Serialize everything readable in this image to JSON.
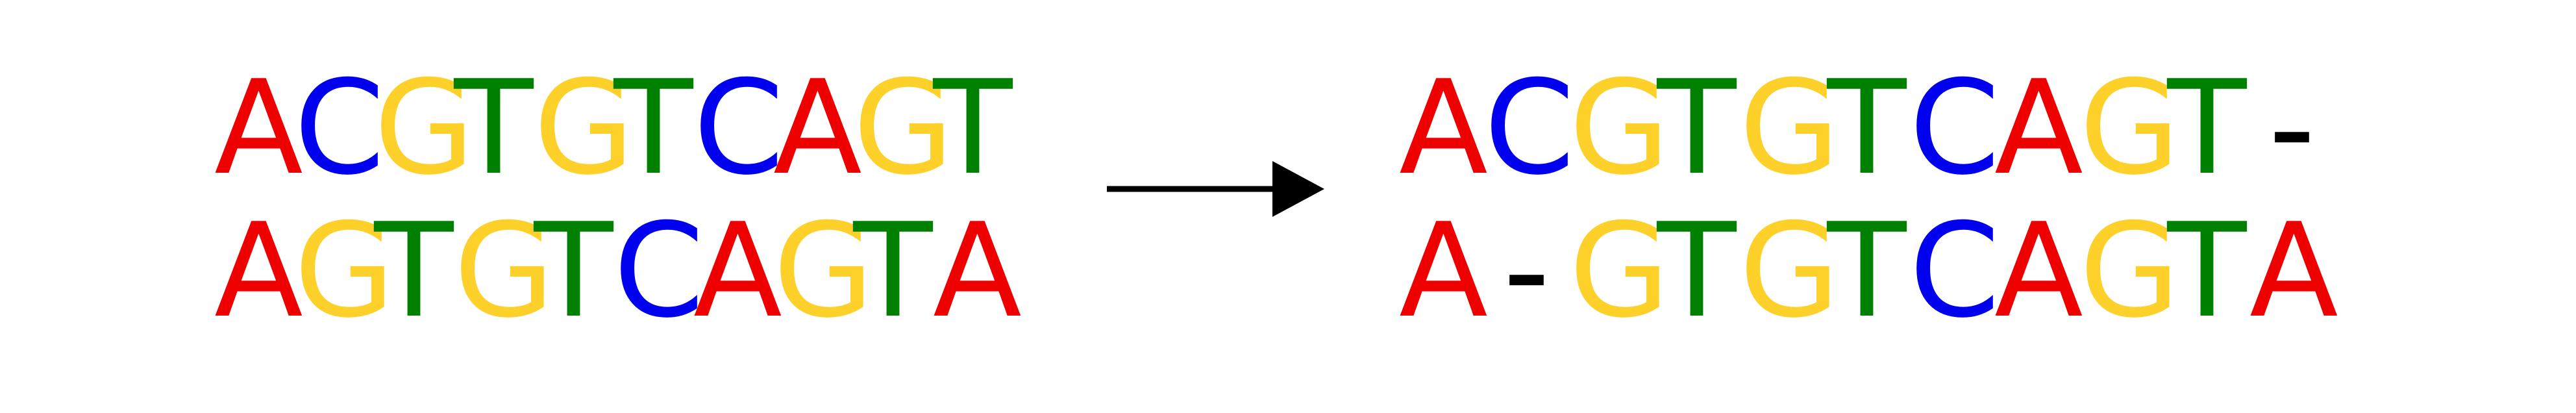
{
  "colors": {
    "A": "#ee0000",
    "C": "#0000ee",
    "G": "#fdd02a",
    "T": "#008000",
    "-": "#000000"
  },
  "input_sequences": [
    "ACGTGTCAGT",
    "AGTGTCAGTA"
  ],
  "aligned_sequences": [
    "ACGTGTCAGT-",
    "A-GTGTCAGTA"
  ],
  "arrow_icon": "right-arrow-icon"
}
